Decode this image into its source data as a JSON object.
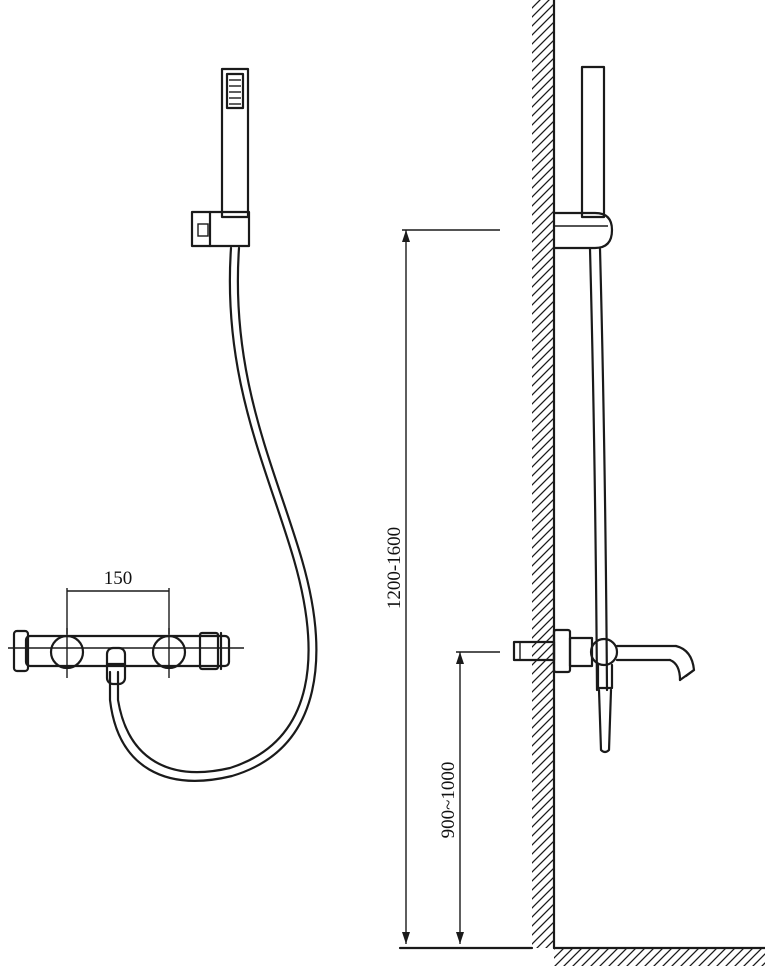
{
  "dimensions": {
    "valve_spacing": "150",
    "holder_height": "1200-1600",
    "mixer_height": "900~1000"
  },
  "colors": {
    "line": "#1a1a1a",
    "background": "#ffffff"
  }
}
